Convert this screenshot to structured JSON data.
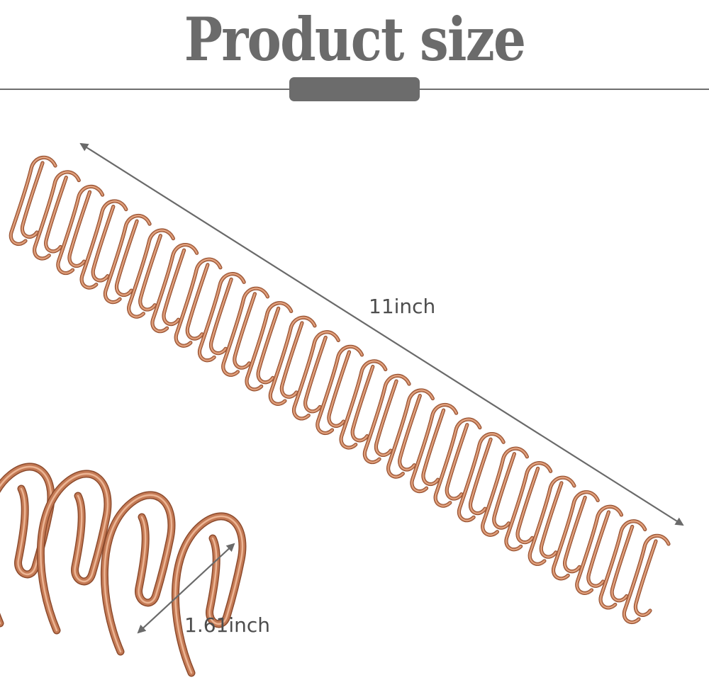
{
  "header": {
    "title": "Product size"
  },
  "measurements": {
    "length_label": "11inch",
    "diameter_label": "1.61inch"
  },
  "colors": {
    "wire": "#c47a55",
    "wire_highlight": "#ecb594",
    "wire_shadow": "#8c4a2c",
    "title_gray": "#6b6b6b",
    "arrow_gray": "#6a6a6a"
  },
  "icons": {
    "long_coil": "double-loop-wire-binding-coil",
    "close_up": "wire-binding-coil-closeup",
    "arrows": "double-headed-arrow"
  }
}
